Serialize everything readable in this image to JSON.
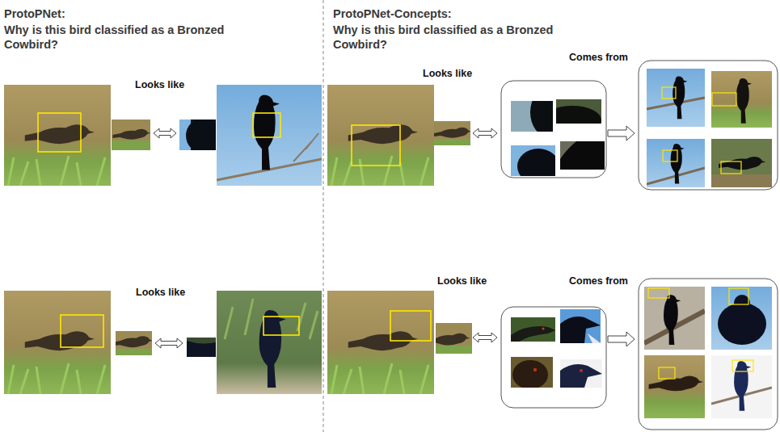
{
  "diagram": {
    "labels": [
      "ProtoPNet:",
      "Why is this bird classified as a Bronzed Cowbird?",
      "ProtoPNet-Concepts:",
      "Why is this bird classified as a Bronzed Cowbird?",
      "Looks like",
      "Looks like",
      "Comes from",
      "Looks like",
      "Looks like",
      "Comes from"
    ]
  }
}
